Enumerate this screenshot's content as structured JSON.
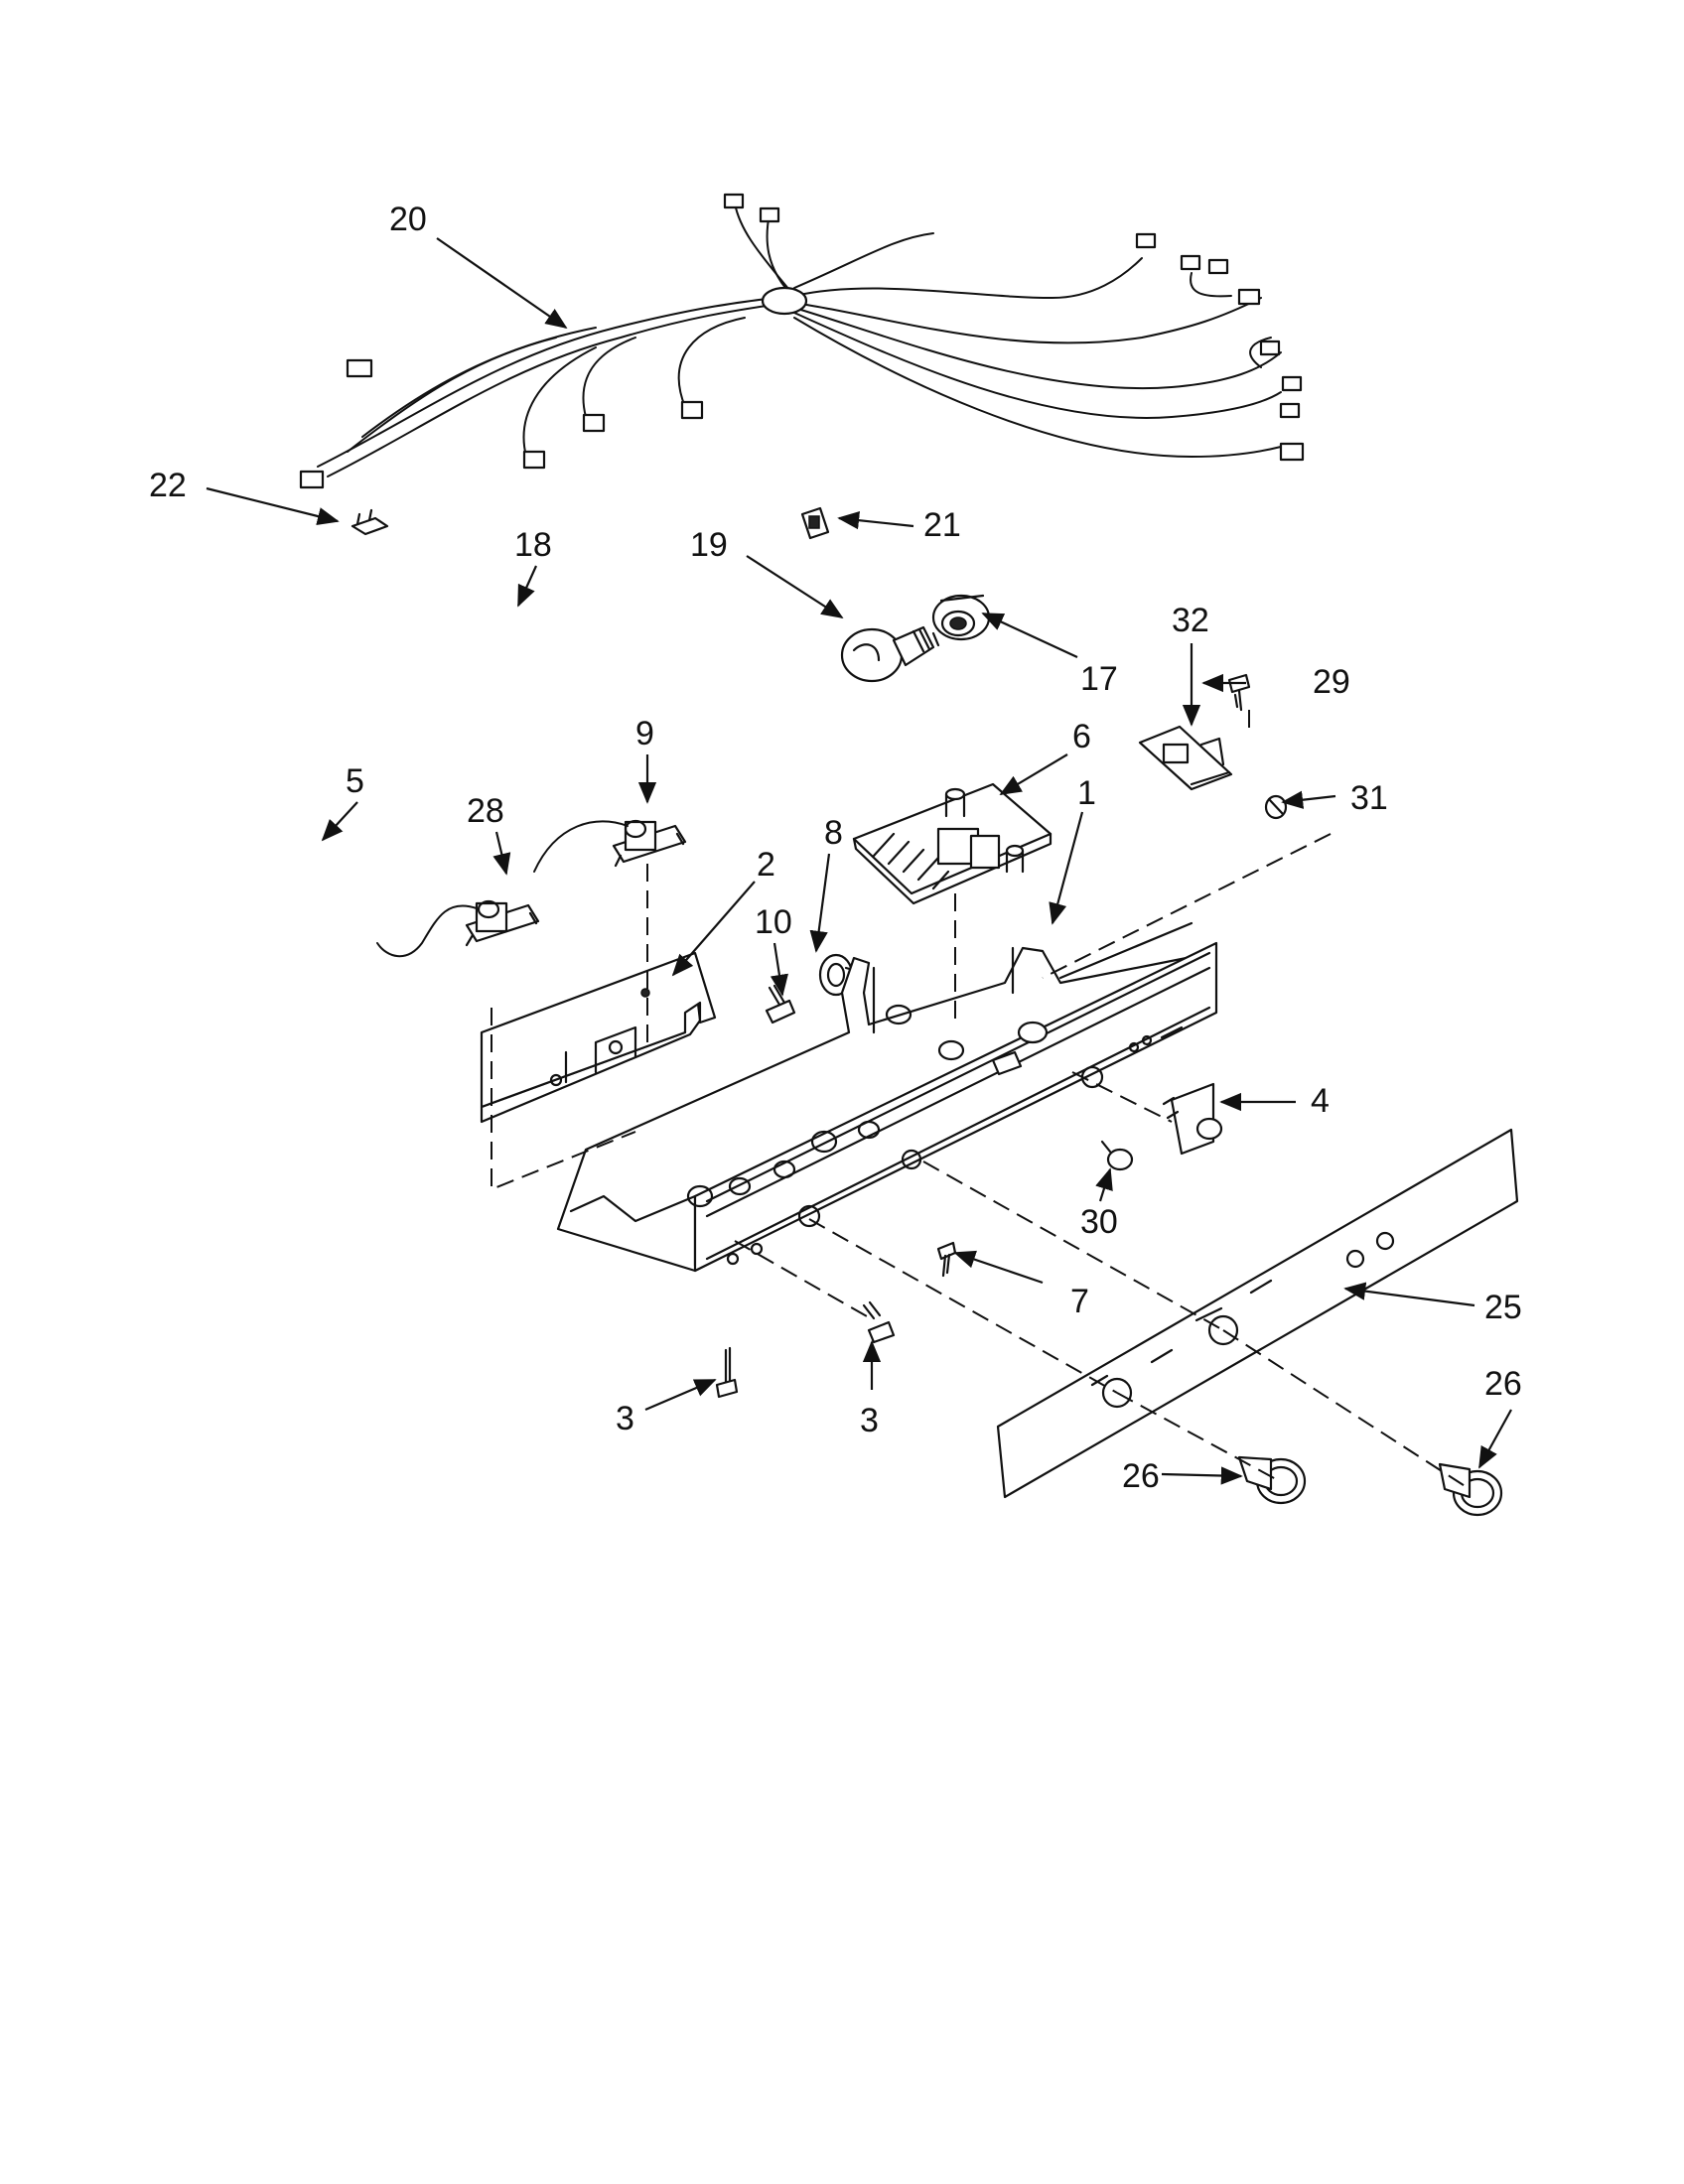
{
  "callouts": [
    {
      "id": "c1",
      "text": "1"
    },
    {
      "id": "c2",
      "text": "2"
    },
    {
      "id": "c3a",
      "text": "3"
    },
    {
      "id": "c3b",
      "text": "3"
    },
    {
      "id": "c4",
      "text": "4"
    },
    {
      "id": "c5",
      "text": "5"
    },
    {
      "id": "c6",
      "text": "6"
    },
    {
      "id": "c7",
      "text": "7"
    },
    {
      "id": "c8",
      "text": "8"
    },
    {
      "id": "c9",
      "text": "9"
    },
    {
      "id": "c10",
      "text": "10"
    },
    {
      "id": "c17",
      "text": "17"
    },
    {
      "id": "c18",
      "text": "18"
    },
    {
      "id": "c19",
      "text": "19"
    },
    {
      "id": "c20",
      "text": "20"
    },
    {
      "id": "c21",
      "text": "21"
    },
    {
      "id": "c22",
      "text": "22"
    },
    {
      "id": "c25",
      "text": "25"
    },
    {
      "id": "c26a",
      "text": "26"
    },
    {
      "id": "c26b",
      "text": "26"
    },
    {
      "id": "c28",
      "text": "28"
    },
    {
      "id": "c29",
      "text": "29"
    },
    {
      "id": "c30",
      "text": "30"
    },
    {
      "id": "c31",
      "text": "31"
    },
    {
      "id": "c32",
      "text": "32"
    }
  ]
}
